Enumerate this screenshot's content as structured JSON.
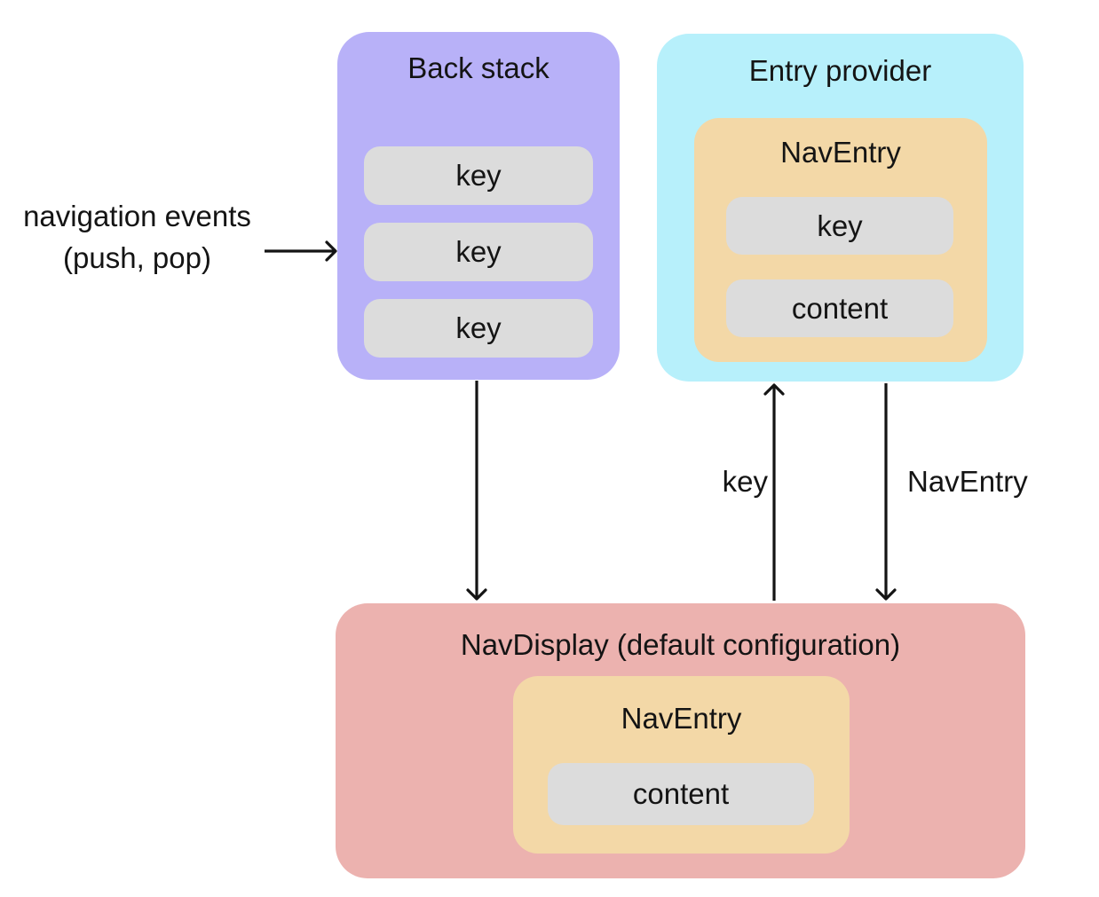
{
  "diagram": {
    "annotation": {
      "line1": "navigation events",
      "line2": "(push, pop)"
    },
    "back_stack": {
      "title": "Back stack",
      "keys": [
        "key",
        "key",
        "key"
      ]
    },
    "entry_provider": {
      "title": "Entry provider",
      "nav_entry": {
        "title": "NavEntry",
        "key_label": "key",
        "content_label": "content"
      }
    },
    "nav_display": {
      "title": "NavDisplay (default configuration)",
      "nav_entry": {
        "title": "NavEntry",
        "content_label": "content"
      }
    },
    "arrow_labels": {
      "key_up": "key",
      "nav_entry_down": "NavEntry"
    },
    "colors": {
      "purple": "#b8b1f8",
      "cyan": "#b7f0fb",
      "orange": "#f3d8a7",
      "pink": "#ecb2af",
      "gray": "#dcdcdc",
      "line": "#141414",
      "text": "#141414"
    }
  }
}
